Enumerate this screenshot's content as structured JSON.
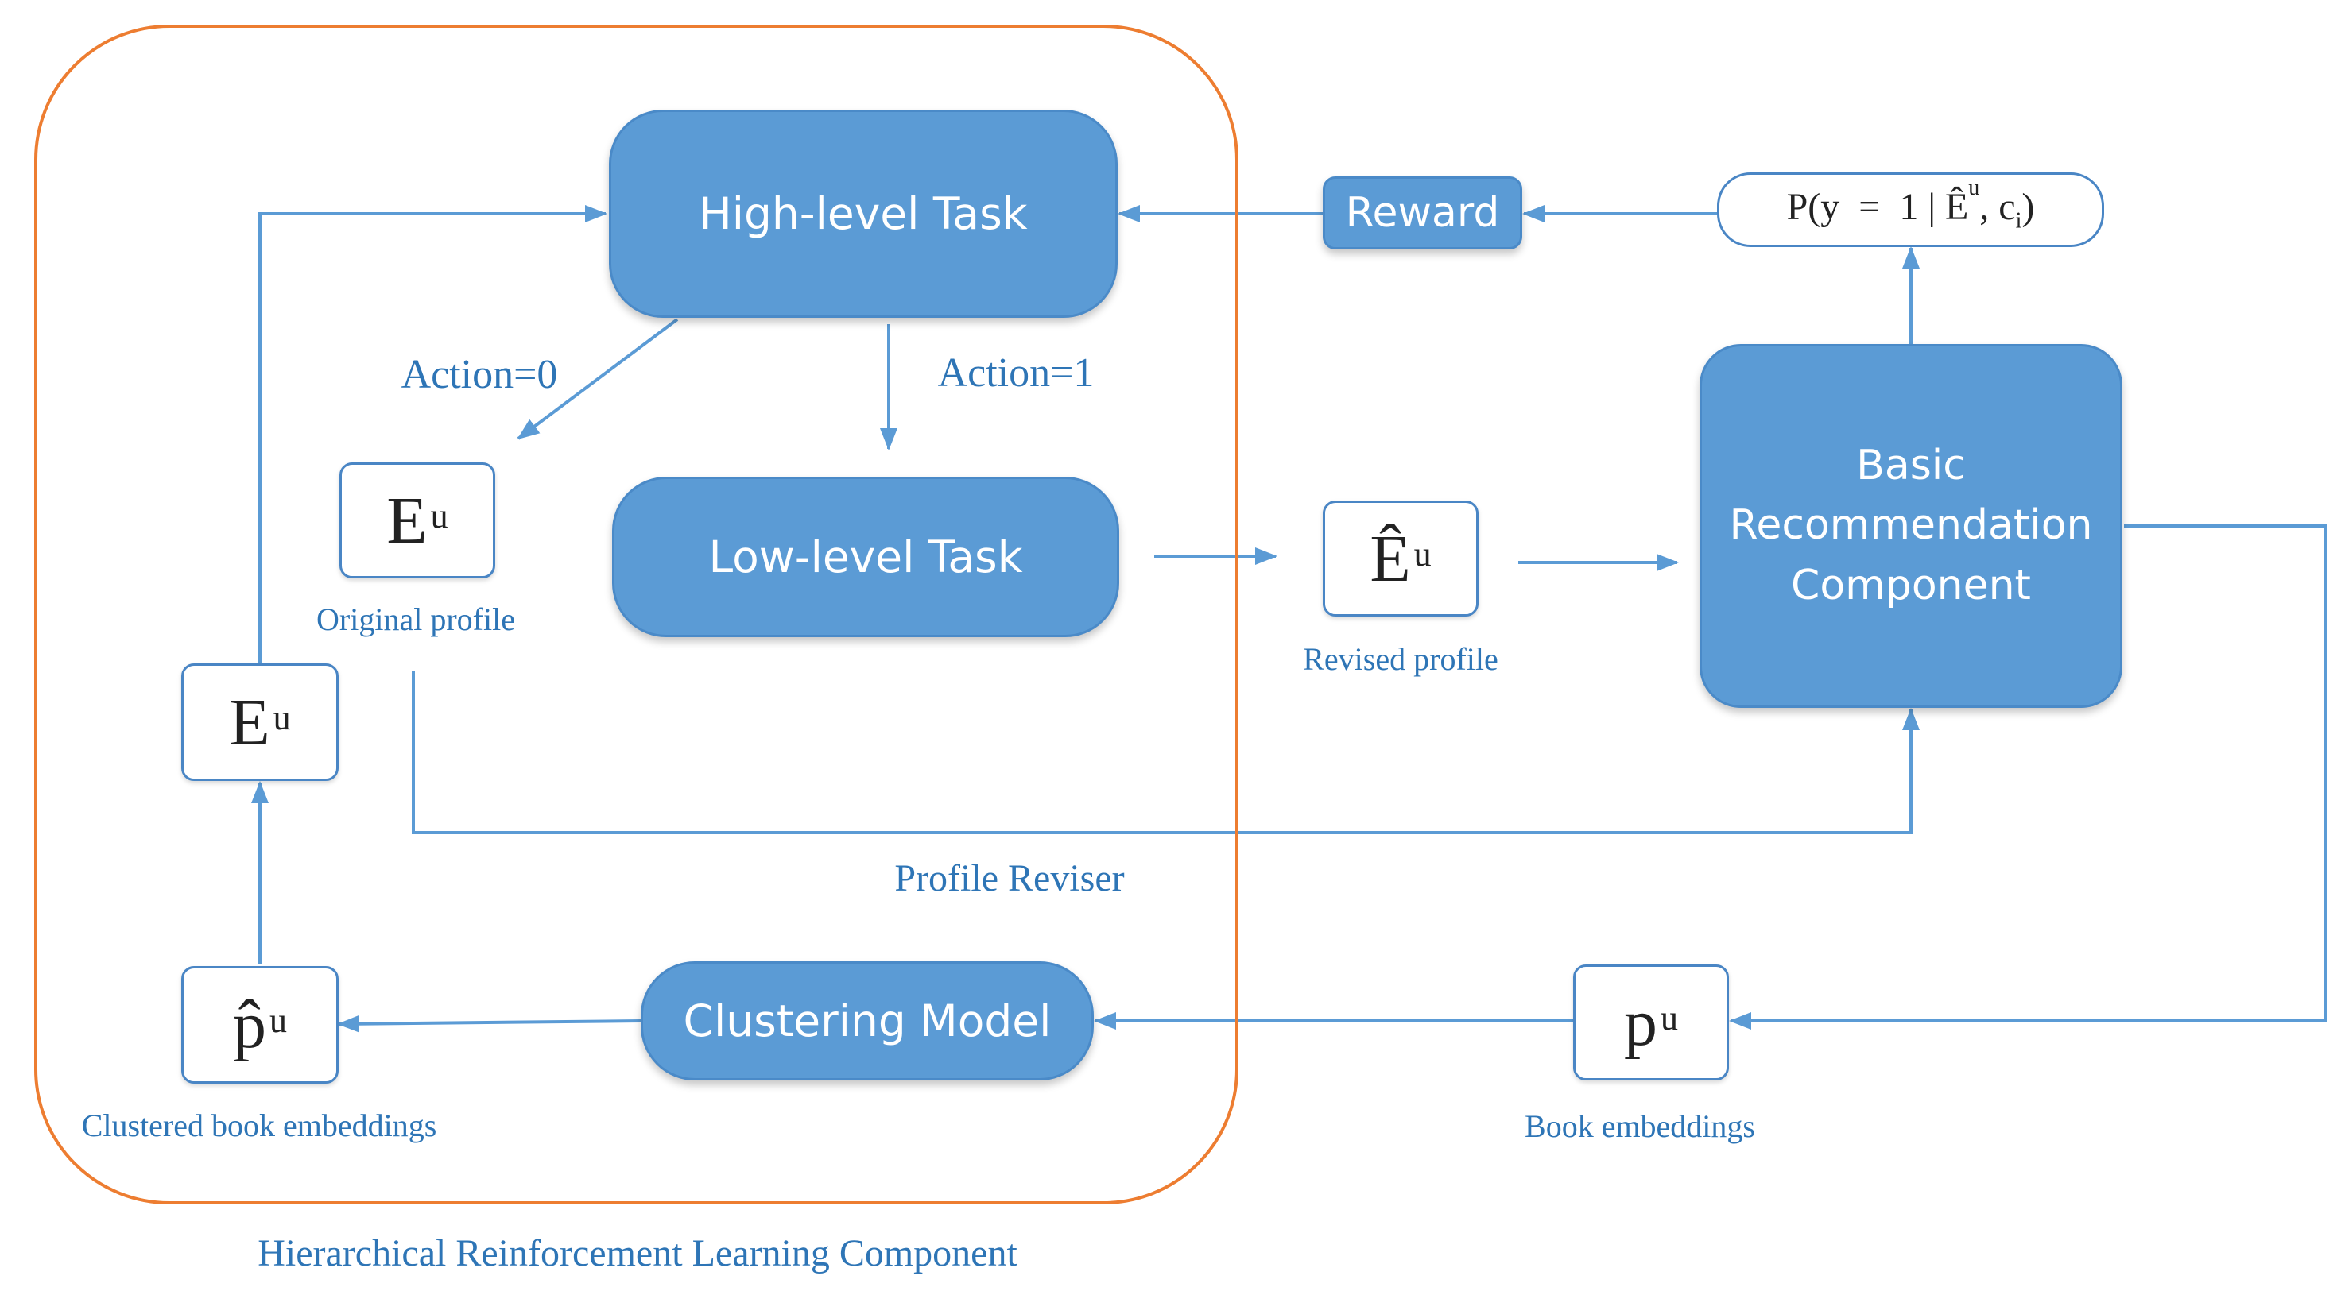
{
  "nodes": {
    "high_level_task": "High-level Task",
    "low_level_task": "Low-level Task",
    "clustering_model": "Clustering Model",
    "reward": "Reward",
    "basic_line1": "Basic",
    "basic_line2": "Recommendation",
    "basic_line3": "Component"
  },
  "symbols": {
    "original_E_base": "E",
    "original_E_sup": "u",
    "input_E_base": "E",
    "input_E_sup": "u",
    "revised_E_base": "Ê",
    "revised_E_sup": "u",
    "clustered_p_base": "p̂",
    "clustered_p_sup": "u",
    "book_p_base": "p",
    "book_p_sup": "u"
  },
  "formula": {
    "text": "P(y  =  1 | Ê",
    "sup": "u",
    "tail": ", c",
    "sub": "i",
    "close": ")"
  },
  "labels": {
    "action0": "Action=0",
    "action1": "Action=1",
    "original_profile": "Original profile",
    "revised_profile": "Revised profile",
    "clustered_book_embeddings": "Clustered book embeddings",
    "book_embeddings": "Book embeddings",
    "profile_reviser": "Profile Reviser",
    "hrl_component": "Hierarchical Reinforcement Learning Component"
  },
  "colors": {
    "box_fill": "#5B9BD5",
    "arrow": "#5B9BD5",
    "frame": "#ED7D31",
    "label_text": "#2E75B6"
  }
}
